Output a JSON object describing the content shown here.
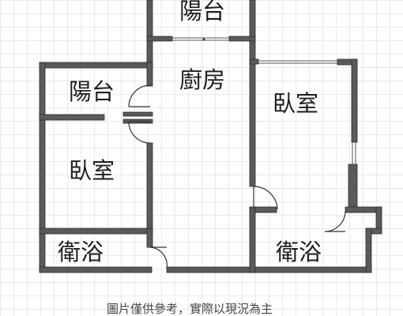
{
  "rooms": {
    "balcony_top": "陽台",
    "kitchen": "廚房",
    "balcony_left": "陽台",
    "bedroom_right": "臥室",
    "bedroom_left": "臥室",
    "bathroom_left": "衛浴",
    "bathroom_right": "衛浴"
  },
  "caption": "圖片僅供參考，實際以現況為主",
  "colors": {
    "background": "#ffffff",
    "grid": "#d6d6d6",
    "wall": "#5a5a5a",
    "wall_highlight": "#a8a8a8",
    "text": "#1e1e1e"
  }
}
